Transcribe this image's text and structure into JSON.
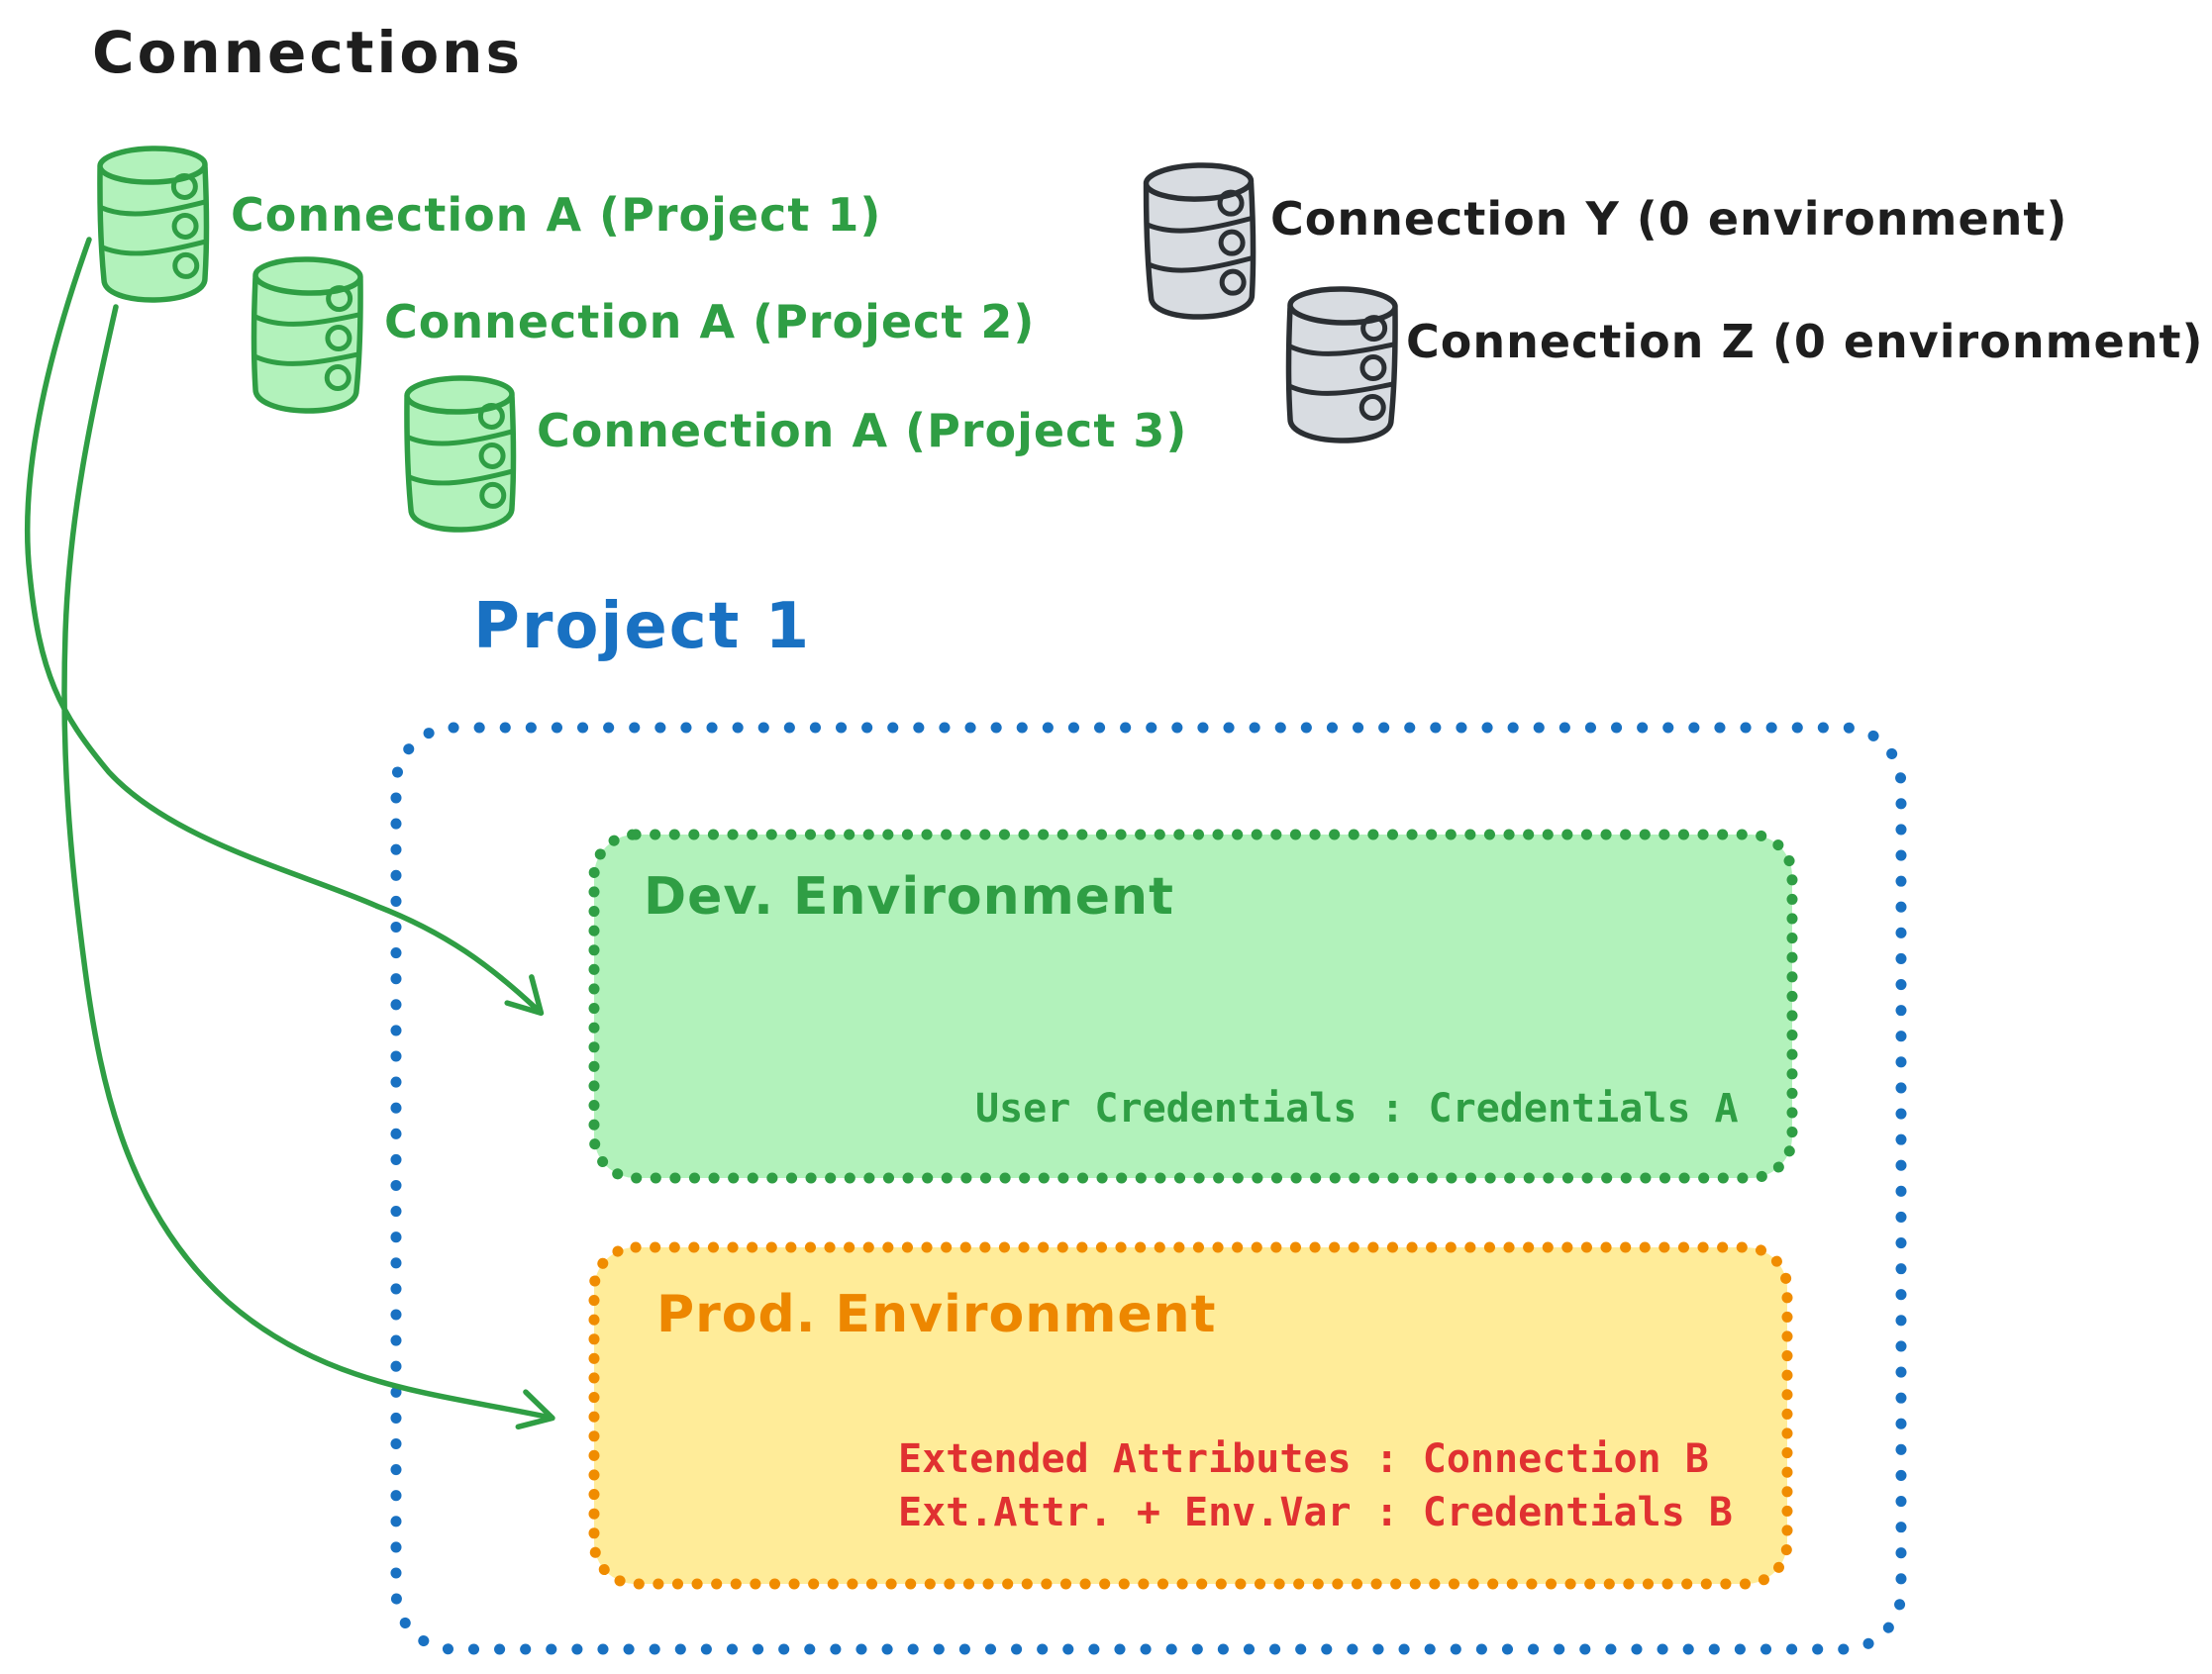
{
  "title": "Connections",
  "connection_groups": {
    "project_connections": [
      {
        "icon": "database-icon",
        "label": "Connection A (Project 1)"
      },
      {
        "icon": "database-icon",
        "label": "Connection A (Project 2)"
      },
      {
        "icon": "database-icon",
        "label": "Connection A (Project 3)"
      }
    ],
    "unassigned_connections": [
      {
        "icon": "database-icon",
        "label": "Connection Y (0 environment)"
      },
      {
        "icon": "database-icon",
        "label": "Connection Z (0 environment)"
      }
    ]
  },
  "project": {
    "title": "Project 1",
    "dev_environment": {
      "title": "Dev. Environment",
      "mapping_lines": [
        "User Credentials : Credentials A"
      ]
    },
    "prod_environment": {
      "title": "Prod. Environment",
      "mapping_lines": [
        "Extended Attributes : Connection B",
        "Ext.Attr. + Env.Var : Credentials B"
      ]
    }
  },
  "colors": {
    "ink": "#1e1e1e",
    "green_stroke": "#2f9e44",
    "green_fill": "#b2f2bb",
    "blue": "#1971c2",
    "orange_stroke": "#f08c00",
    "orange_title": "#ed8700",
    "yellow_fill": "#ffec99",
    "red_text": "#e03131",
    "gray_fill": "#d8dce1",
    "gray_stroke": "#2b2f33"
  }
}
